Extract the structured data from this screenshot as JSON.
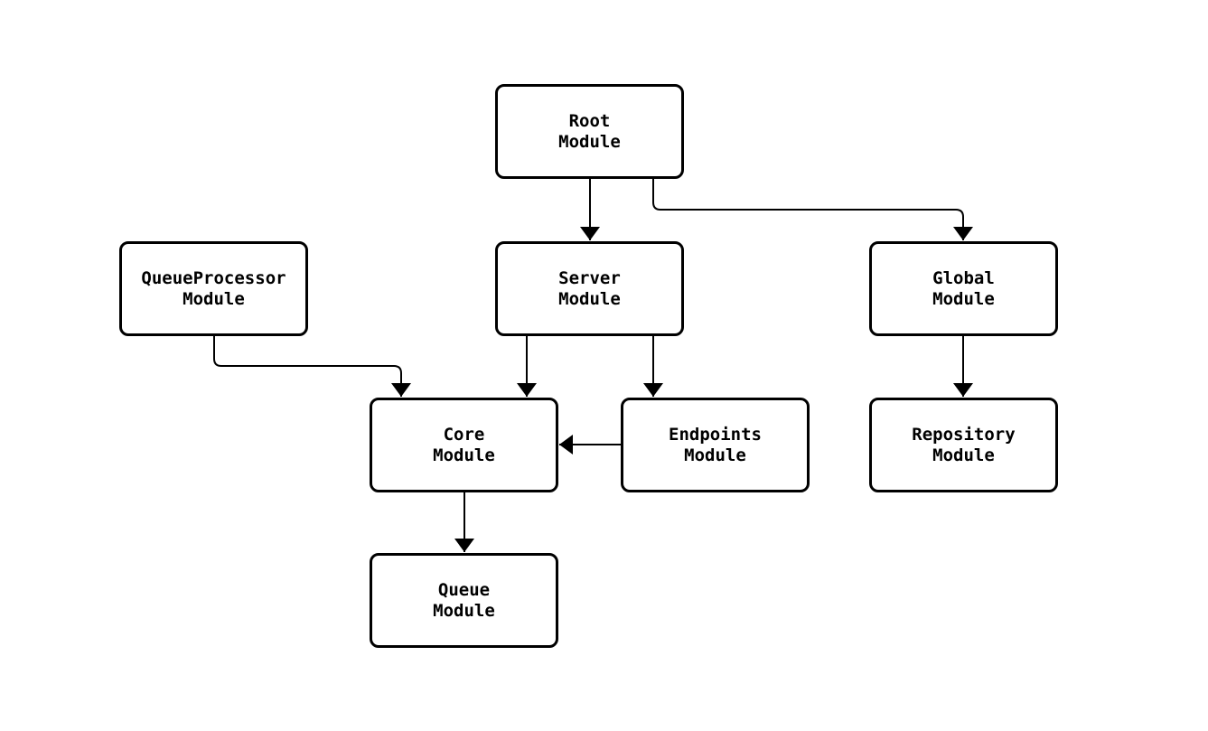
{
  "diagram": {
    "type": "flowchart",
    "background_color": "#ffffff",
    "node_fill_color": "#ffffff",
    "node_border_color": "#000000",
    "line_color": "#000000",
    "text_color": "#000000",
    "nodes": [
      {
        "id": "root",
        "label": "Root\nModule"
      },
      {
        "id": "queueprocessor",
        "label": "QueueProcessor\nModule"
      },
      {
        "id": "server",
        "label": "Server\nModule"
      },
      {
        "id": "global",
        "label": "Global\nModule"
      },
      {
        "id": "core",
        "label": "Core\nModule"
      },
      {
        "id": "endpoints",
        "label": "Endpoints\nModule"
      },
      {
        "id": "repository",
        "label": "Repository\nModule"
      },
      {
        "id": "queue",
        "label": "Queue\nModule"
      }
    ],
    "edges": [
      {
        "from": "Root Module",
        "to": "Server Module"
      },
      {
        "from": "Root Module",
        "to": "Global Module"
      },
      {
        "from": "QueueProcessor Module",
        "to": "Core Module"
      },
      {
        "from": "Server Module",
        "to": "Core Module"
      },
      {
        "from": "Server Module",
        "to": "Endpoints Module"
      },
      {
        "from": "Endpoints Module",
        "to": "Core Module"
      },
      {
        "from": "Global Module",
        "to": "Repository Module"
      },
      {
        "from": "Core Module",
        "to": "Queue Module"
      }
    ]
  }
}
